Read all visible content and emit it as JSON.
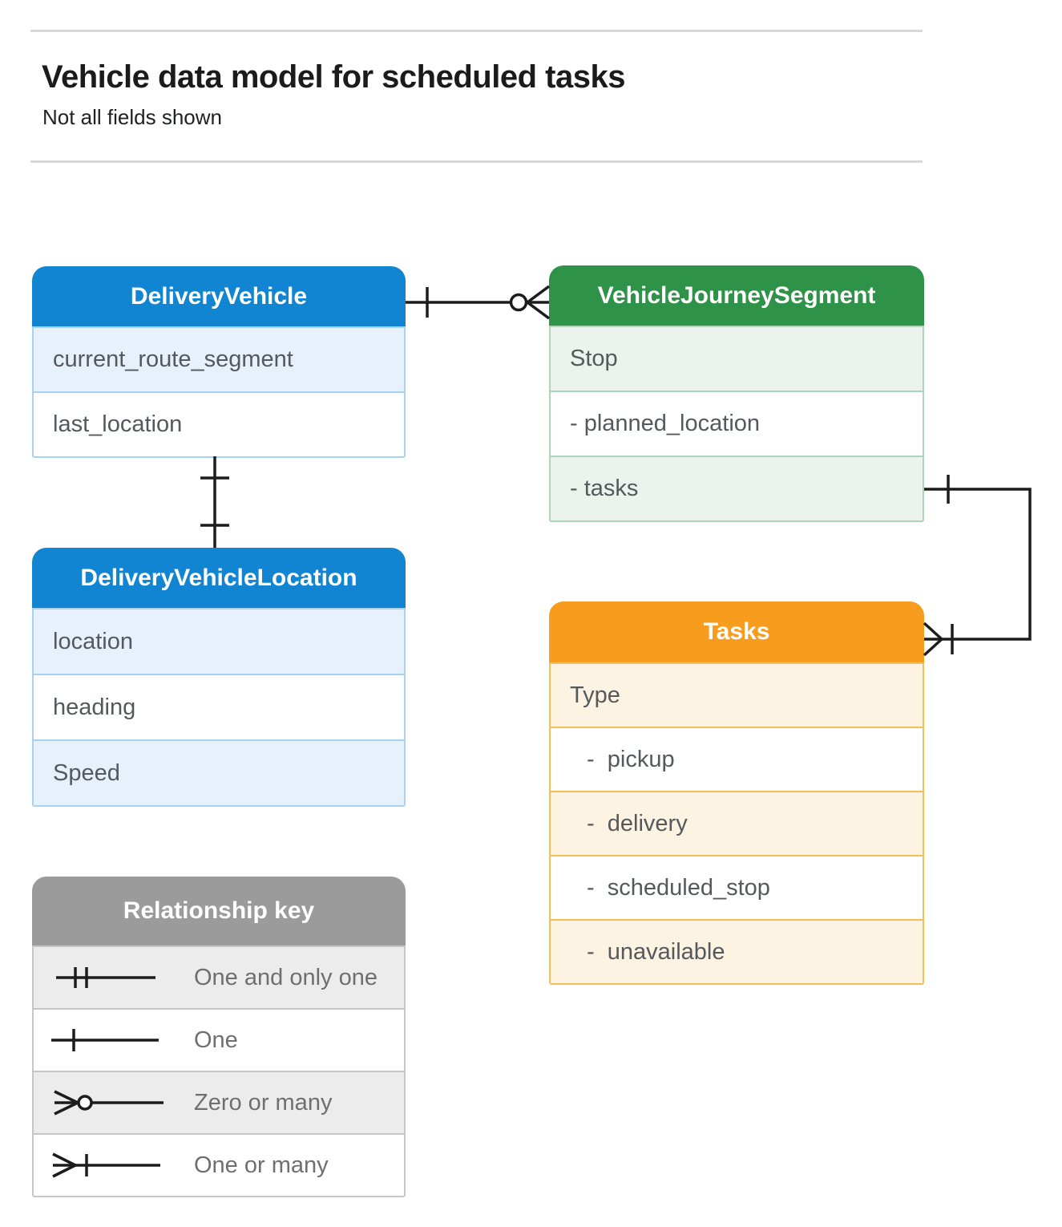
{
  "header": {
    "title": "Vehicle data model for scheduled tasks",
    "subtitle": "Not all fields shown"
  },
  "entities": [
    {
      "name": "DeliveryVehicle",
      "theme": "blue",
      "fields": [
        "current_route_segment",
        "last_location"
      ]
    },
    {
      "name": "VehicleJourneySegment",
      "theme": "green",
      "fields": [
        "Stop",
        "- planned_location",
        "- tasks"
      ]
    },
    {
      "name": "DeliveryVehicleLocation",
      "theme": "blue",
      "fields": [
        "location",
        "heading",
        "Speed"
      ]
    },
    {
      "name": "Tasks",
      "theme": "orange",
      "fields": [
        "Type",
        "-  pickup",
        "-  delivery",
        "-  scheduled_stop",
        "-  unavailable"
      ]
    }
  ],
  "legend": {
    "title": "Relationship key",
    "items": [
      {
        "icon": "one-and-only-one-icon",
        "label": "One and only one"
      },
      {
        "icon": "one-icon",
        "label": "One"
      },
      {
        "icon": "zero-or-many-icon",
        "label": "Zero or many"
      },
      {
        "icon": "one-or-many-icon",
        "label": "One or many"
      }
    ]
  },
  "relationships": [
    {
      "from": "DeliveryVehicle",
      "from_cardinality": "one",
      "to": "VehicleJourneySegment",
      "to_cardinality": "zero-or-many"
    },
    {
      "from": "DeliveryVehicle",
      "from_cardinality": "one",
      "to": "DeliveryVehicleLocation",
      "to_cardinality": "one"
    },
    {
      "from": "VehicleJourneySegment.tasks",
      "from_cardinality": "one",
      "to": "Tasks",
      "to_cardinality": "one-or-many"
    }
  ],
  "colors": {
    "blue-header": "#1185D1",
    "blue-tint": "#E7F1FC",
    "blue-border": "#A9D2F2",
    "green-header": "#2F9249",
    "green-tint": "#EAF4EC",
    "green-border": "#AFD5B9",
    "orange-header": "#F89C1E",
    "orange-tint": "#FDF3E3",
    "orange-border": "#F6BE59",
    "gray-header": "#9B9B9B",
    "gray-tint": "#ECECEC",
    "gray-border": "#C6C6C6",
    "line": "#1C1C1C",
    "rule": "#D8D8D8",
    "title-text": "#1B1B1B",
    "field-text": "#55585C",
    "legend-text": "#6F6F6F"
  }
}
